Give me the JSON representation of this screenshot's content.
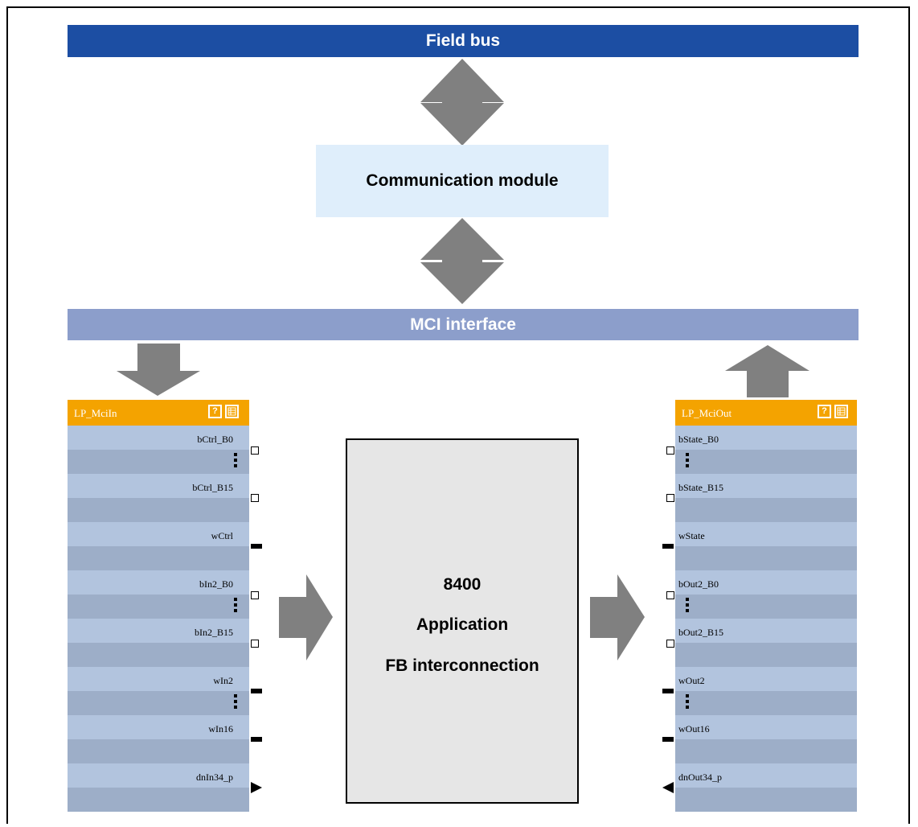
{
  "field_bus": "Field bus",
  "communication_module": "Communication module",
  "mci_interface": "MCI interface",
  "input_block": {
    "title": "LP_MciIn",
    "help_icon": "help-icon",
    "table_icon": "table-icon",
    "ports": [
      "bCtrl_B0",
      "bCtrl_B15",
      "wCtrl",
      "bIn2_B0",
      "bIn2_B15",
      "wIn2",
      "wIn16",
      "dnIn34_p"
    ]
  },
  "output_block": {
    "title": "LP_MciOut",
    "ports": [
      "bState_B0",
      "bState_B15",
      "wState",
      "bOut2_B0",
      "bOut2_B15",
      "wOut2",
      "wOut16",
      "dnOut34_p"
    ]
  },
  "application": {
    "line1": "8400",
    "line2": "Application",
    "line3": "FB interconnection"
  },
  "colors": {
    "field_bus": "#1c4ea3",
    "mci_interface": "#8c9ecb",
    "communication_module": "#dfeefb",
    "block_header": "#f4a300",
    "row_light": "#b2c4de",
    "row_dark": "#9daec8",
    "arrow": "#808080",
    "application": "#e6e6e6"
  }
}
